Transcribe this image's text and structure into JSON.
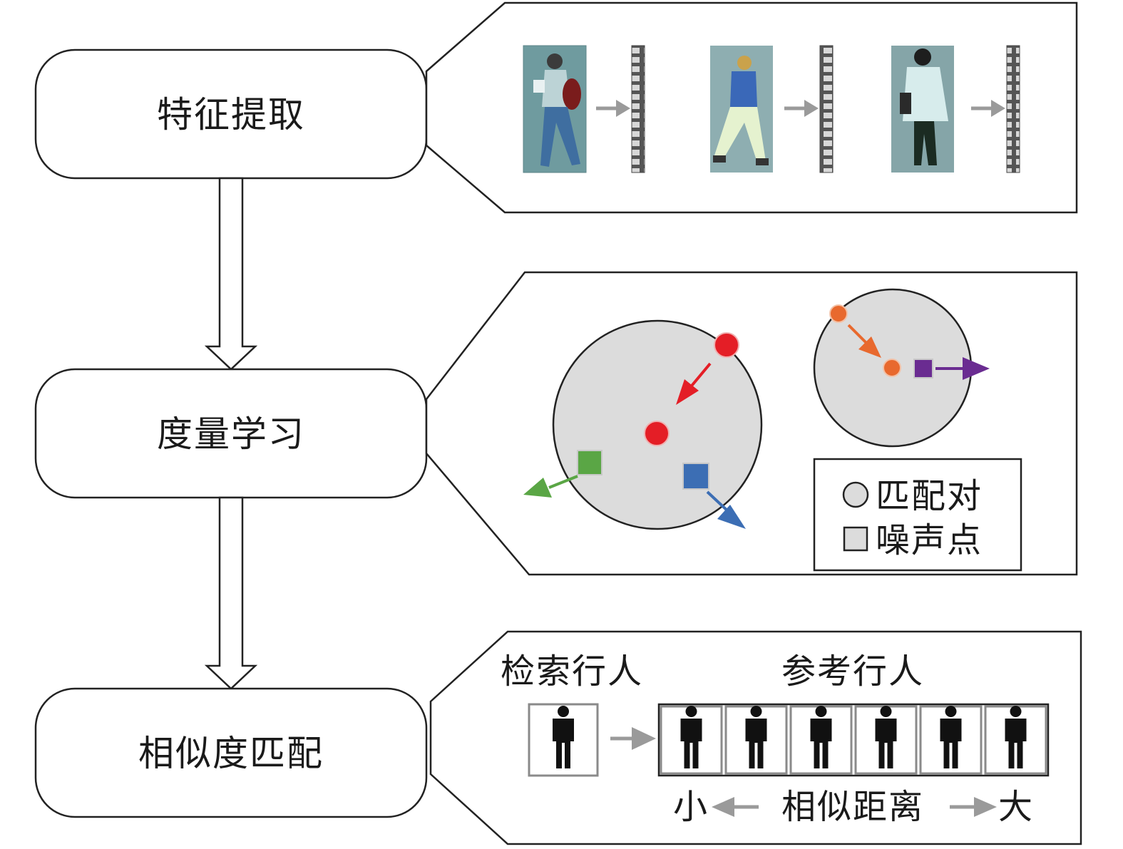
{
  "steps": {
    "feature": "特征提取",
    "metric": "度量学习",
    "matching": "相似度匹配"
  },
  "legend": {
    "pair": "匹配对",
    "noise": "噪声点"
  },
  "matching_panel": {
    "query_label": "检索行人",
    "gallery_label": "参考行人",
    "small": "小",
    "distance": "相似距离",
    "large": "大",
    "gallery_count": 6
  },
  "colors": {
    "red": "#e41e26",
    "orange": "#e8692e",
    "purple": "#6a2c91",
    "green": "#5aa645",
    "blue": "#3c6eb4",
    "circle_fill": "#dcdcdc",
    "arrow_gray": "#9a9a9a"
  },
  "icons": [
    "pedestrian-photo",
    "feature-vector",
    "person-silhouette"
  ]
}
